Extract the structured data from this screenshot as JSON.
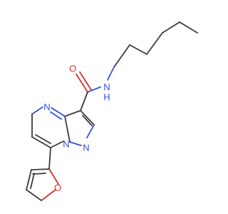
{
  "molecule": {
    "atoms": {
      "amide_o": "O",
      "amide_n": "N",
      "amide_h": "H",
      "ring_n4": "N",
      "ring_n8": "N",
      "ring_n1": "N",
      "furan_o": "O"
    },
    "colors": {
      "bond": "#3b3b3b",
      "nitrogen": "#3050e0",
      "oxygen": "#d83030"
    }
  }
}
